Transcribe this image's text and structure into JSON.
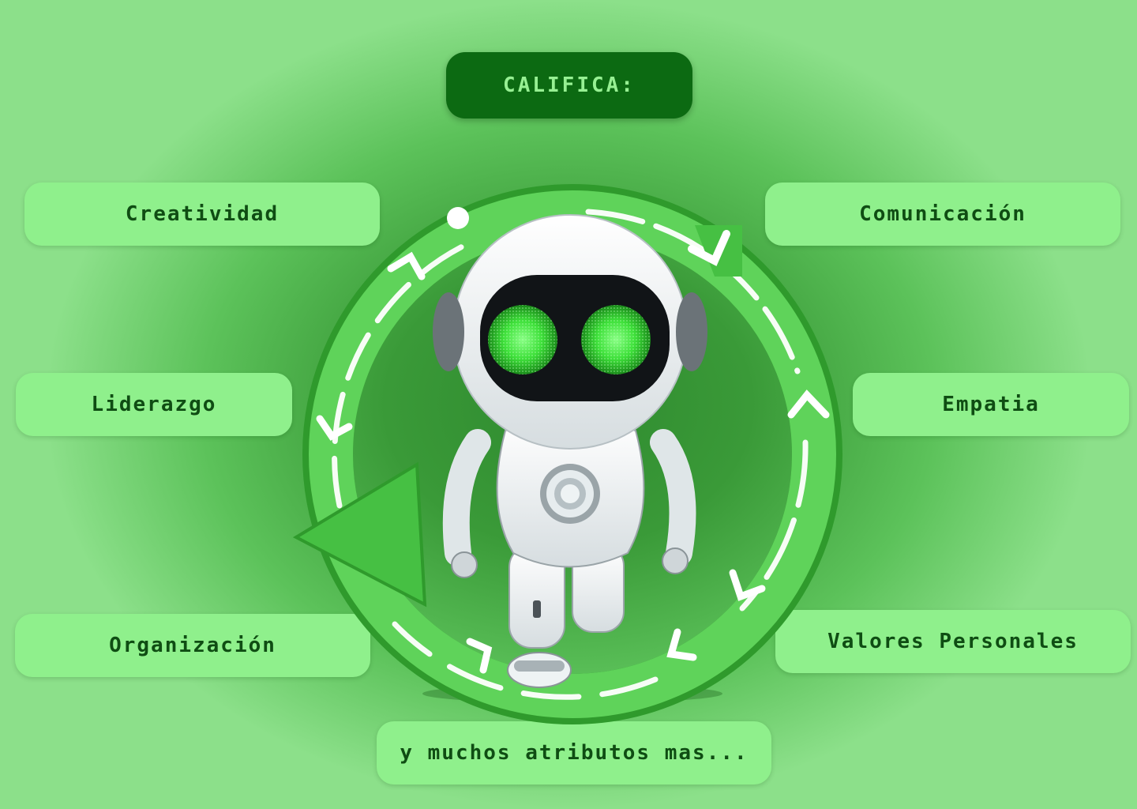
{
  "header": {
    "title": "CALIFICA:"
  },
  "attributes": {
    "creatividad": "Creatividad",
    "comunicacion": "Comunicación",
    "liderazgo": "Liderazgo",
    "empatia": "Empatia",
    "organizacion": "Organización",
    "valores": "Valores Personales",
    "mas": "y muchos atributos mas..."
  },
  "colors": {
    "background_center": "#2f8a2f",
    "background_edge": "#8ce08a",
    "pill_bg": "#8ff08c",
    "pill_text": "#0f4d13",
    "header_bg": "#0c6a12",
    "header_text": "#97f093",
    "ring": "#5fd35a",
    "eyes": "#3ee03a"
  },
  "illustration": {
    "subject": "robot-mascot",
    "ring": "circular-arrows-icon"
  }
}
